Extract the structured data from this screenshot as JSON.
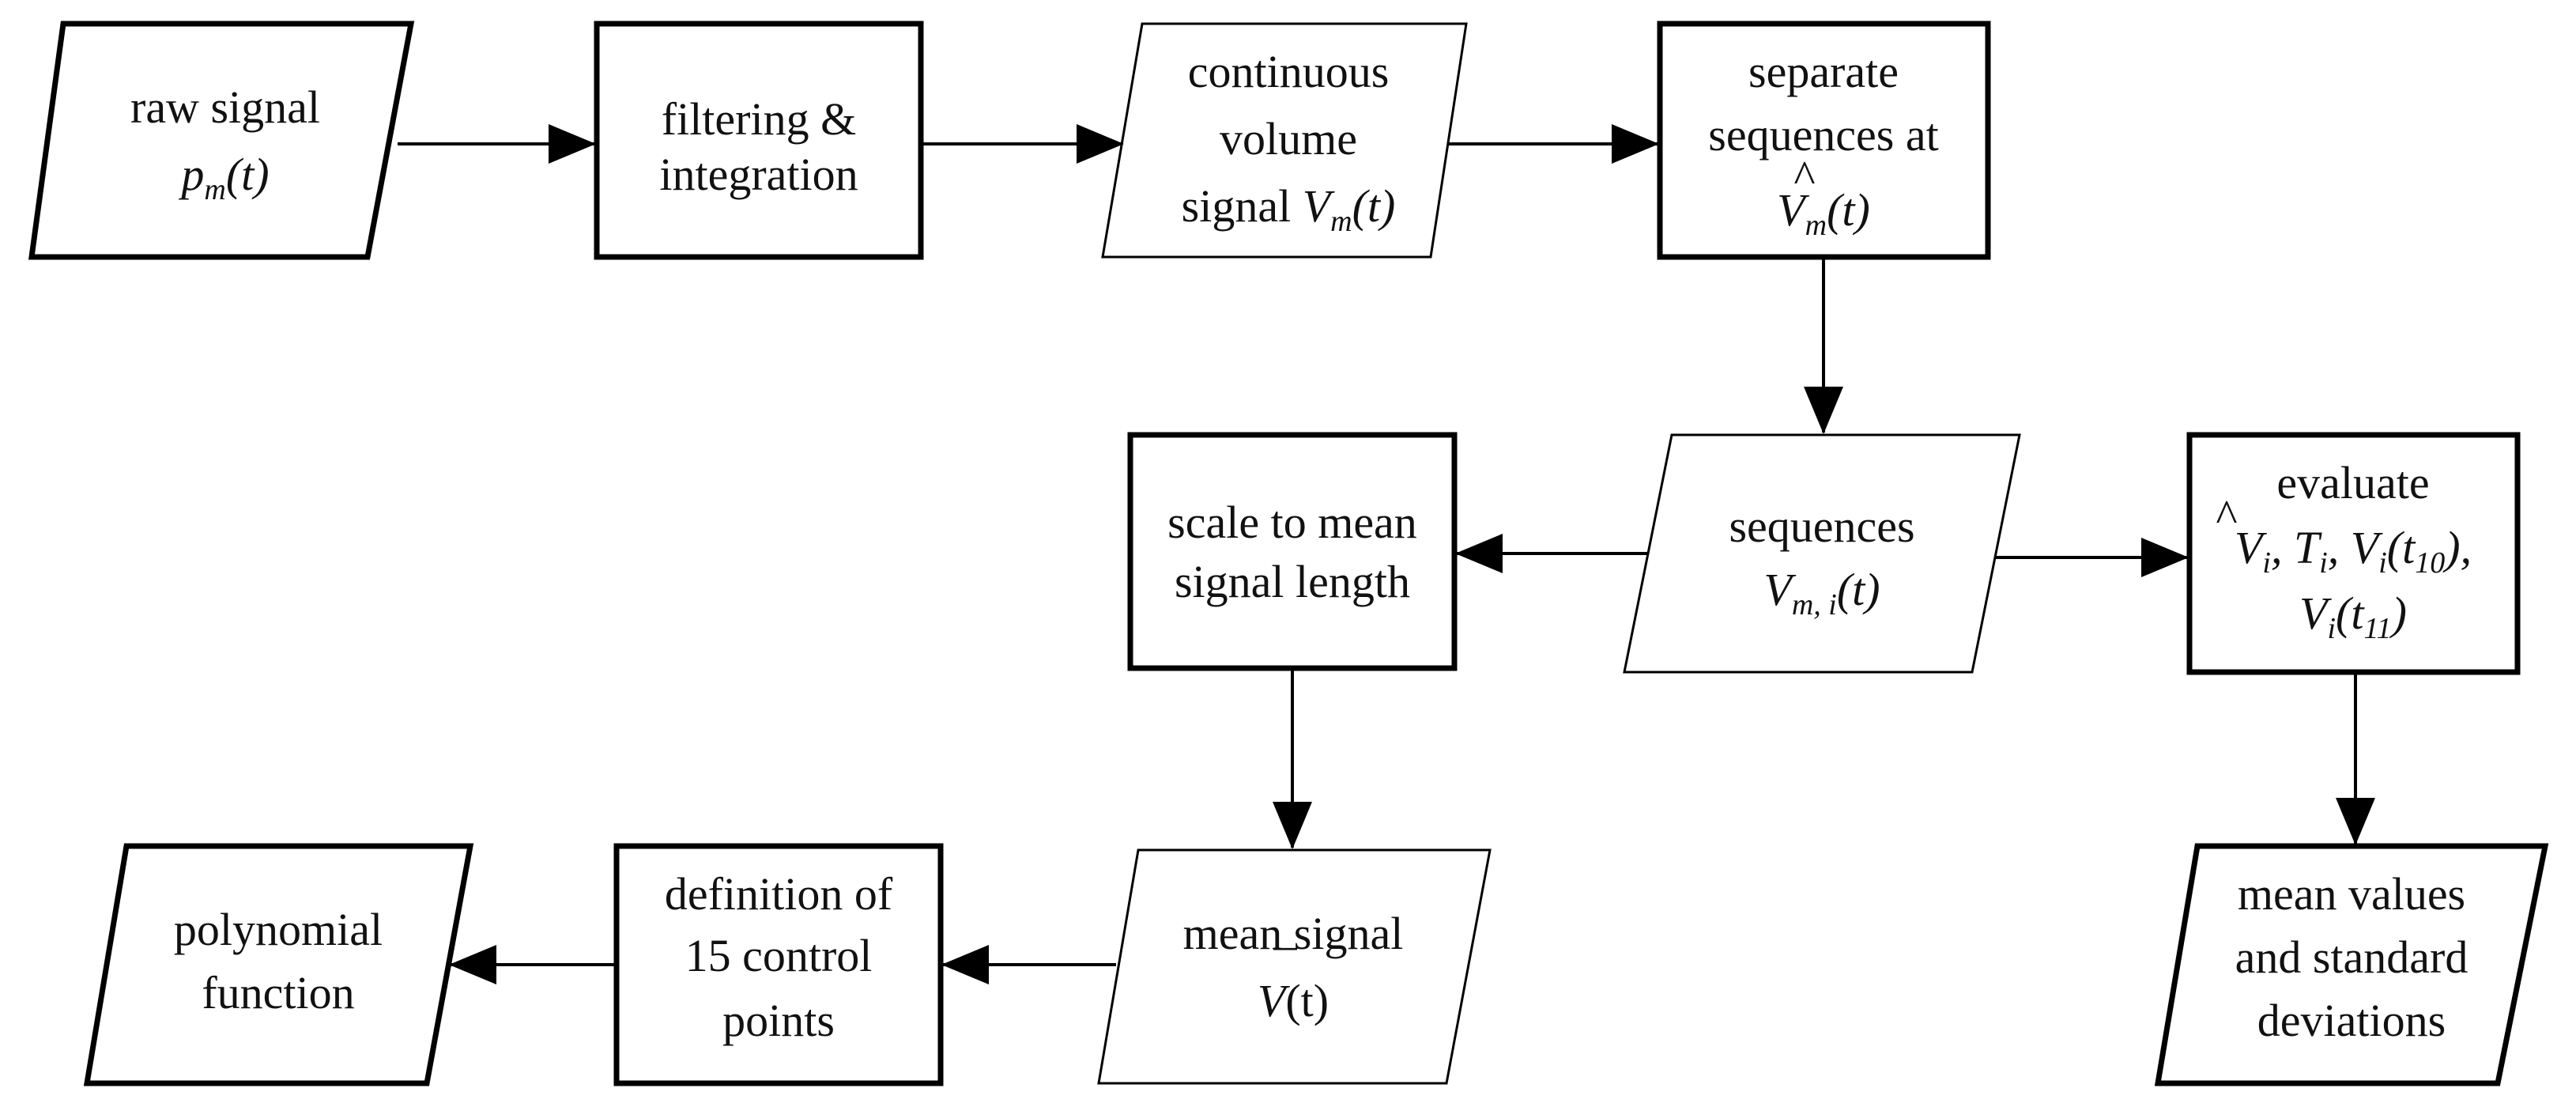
{
  "nodes": {
    "raw_signal": {
      "line1": "raw signal",
      "var": "p",
      "sub": "m",
      "arg": "(t)"
    },
    "filtering": {
      "line1": "filtering &",
      "line2": "integration"
    },
    "continuous": {
      "line1": "continuous",
      "line2": "volume",
      "line3": "signal",
      "var": "V",
      "sub": "m",
      "arg": "(t)"
    },
    "separate": {
      "line1": "separate",
      "line2": "sequences at",
      "var": "V",
      "hat": "^",
      "sub": "m",
      "arg": "(t)"
    },
    "sequences": {
      "line1": "sequences",
      "var": "V",
      "sub": "m, i",
      "arg": "(t)"
    },
    "scale": {
      "line1": "scale to mean",
      "line2": "signal length"
    },
    "evaluate": {
      "line1": "evaluate",
      "v_hat_var": "V",
      "hat": "^",
      "v_hat_sub": "i",
      "t_var": "T",
      "t_sub": "i",
      "v10_var": "V",
      "v10_sub": "i",
      "v10_open": "(t",
      "v10_tsub": "10",
      "v10_close": "),",
      "v11_var": "V",
      "v11_sub": "i",
      "v11_open": "(t",
      "v11_tsub": "11",
      "v11_close": ")",
      "comma": ","
    },
    "mean_signal": {
      "line1": "mean signal",
      "var": "V",
      "bar": "¯",
      "arg": "(t)"
    },
    "definition": {
      "line1": "definition of",
      "line2": "15 control",
      "line3": "points"
    },
    "polynomial": {
      "line1": "polynomial",
      "line2": "function"
    },
    "mean_values": {
      "line1": "mean values",
      "line2": "and standard",
      "line3": "deviations"
    }
  }
}
